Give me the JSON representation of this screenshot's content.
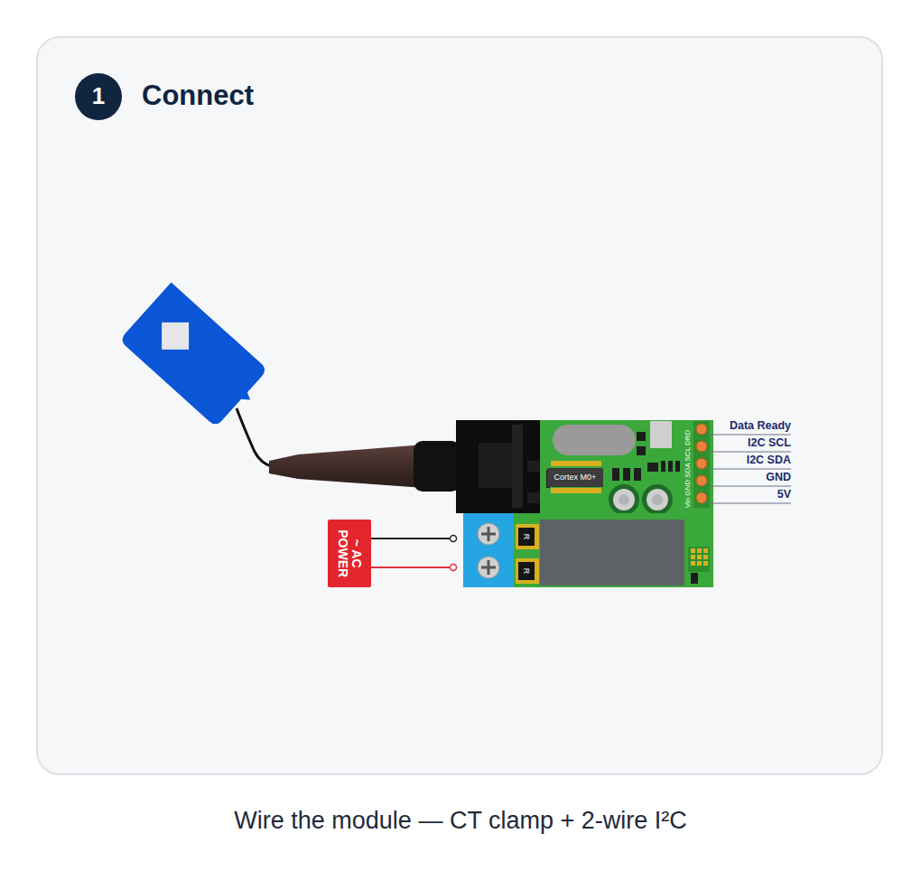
{
  "diagram": {
    "title": "Connect",
    "caption": "Wire the module — CT clamp + 2-wire I²C",
    "nodes": [
      {
        "text": [
          "1"
        ]
      },
      {
        "text": [
          "~ AC POWER"
        ]
      },
      {
        "text": [
          "Cortex M0+"
        ]
      }
    ],
    "labels": [
      "Data Ready",
      "I2C SCL",
      "I2C SDA",
      "GND",
      "5V",
      "Vin GND SDA SCL DRD",
      "R",
      "R"
    ]
  }
}
